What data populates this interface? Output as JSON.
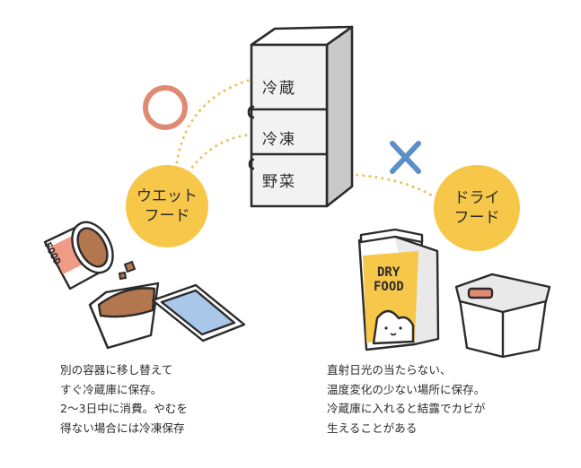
{
  "fridge": {
    "compartments": [
      "冷蔵",
      "冷凍",
      "野菜"
    ]
  },
  "marks": {
    "ok": "○",
    "ng": "×",
    "ok_color": "#e08a74",
    "ng_color": "#5c8fc7"
  },
  "wet": {
    "label_lines": [
      "ウエット",
      "フード"
    ],
    "can_text": "FOOD",
    "note_lines": [
      "別の容器に移し替えて",
      "すぐ冷蔵庫に保存。",
      "2〜3日中に消費。やむを",
      "得ない場合には冷凍保存"
    ]
  },
  "dry": {
    "label_lines": [
      "ドライ",
      "フード"
    ],
    "bag_text_lines": [
      "DRY",
      "FOOD"
    ],
    "note_lines": [
      "直射日光の当たらない、",
      "温度変化の少ない場所に保存。",
      "冷蔵庫に入れると結露でカビが",
      "生えることがある"
    ]
  },
  "colors": {
    "bubble": "#f7c74a",
    "outline": "#2b2b2b",
    "fridge_body": "#f2f2f2",
    "fridge_shade": "#c9c9c9",
    "dotted_line": "#e7c45a",
    "food_brown": "#b2774f",
    "container_lid": "#a9c7e8"
  }
}
